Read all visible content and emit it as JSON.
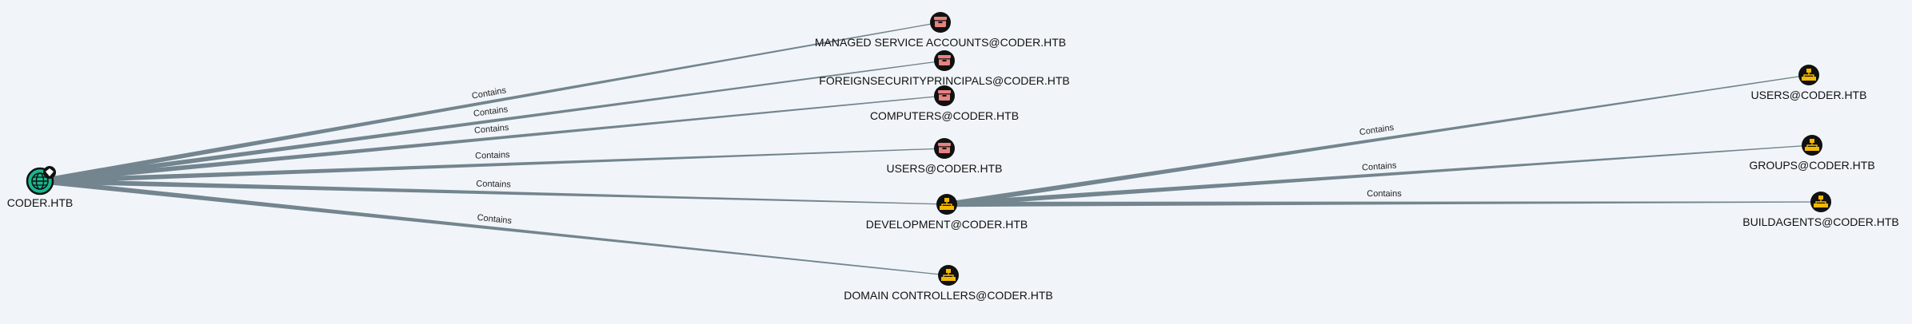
{
  "graph": {
    "nodes": [
      {
        "id": "domain",
        "label": "CODER.HTB",
        "kind": "domain",
        "icon": "globe-icon"
      },
      {
        "id": "msa",
        "label": "MANAGED SERVICE ACCOUNTS@CODER.HTB",
        "kind": "container",
        "icon": "container-box-icon"
      },
      {
        "id": "fsp",
        "label": "FOREIGNSECURITYPRINCIPALS@CODER.HTB",
        "kind": "container",
        "icon": "container-box-icon"
      },
      {
        "id": "computers",
        "label": "COMPUTERS@CODER.HTB",
        "kind": "container",
        "icon": "container-box-icon"
      },
      {
        "id": "users1",
        "label": "USERS@CODER.HTB",
        "kind": "container",
        "icon": "container-box-icon"
      },
      {
        "id": "dev",
        "label": "DEVELOPMENT@CODER.HTB",
        "kind": "ou",
        "icon": "org-unit-icon"
      },
      {
        "id": "dc",
        "label": "DOMAIN CONTROLLERS@CODER.HTB",
        "kind": "ou",
        "icon": "org-unit-icon"
      },
      {
        "id": "users2",
        "label": "USERS@CODER.HTB",
        "kind": "ou",
        "icon": "org-unit-icon"
      },
      {
        "id": "groups",
        "label": "GROUPS@CODER.HTB",
        "kind": "ou",
        "icon": "org-unit-icon"
      },
      {
        "id": "buildagents",
        "label": "BUILDAGENTS@CODER.HTB",
        "kind": "ou",
        "icon": "org-unit-icon"
      }
    ],
    "edges": [
      {
        "from": "domain",
        "to": "msa",
        "label": "Contains"
      },
      {
        "from": "domain",
        "to": "fsp",
        "label": "Contains"
      },
      {
        "from": "domain",
        "to": "computers",
        "label": "Contains"
      },
      {
        "from": "domain",
        "to": "users1",
        "label": "Contains"
      },
      {
        "from": "domain",
        "to": "dev",
        "label": "Contains"
      },
      {
        "from": "domain",
        "to": "dc",
        "label": "Contains"
      },
      {
        "from": "dev",
        "to": "users2",
        "label": "Contains"
      },
      {
        "from": "dev",
        "to": "groups",
        "label": "Contains"
      },
      {
        "from": "dev",
        "to": "buildagents",
        "label": "Contains"
      }
    ]
  },
  "colors": {
    "background": "#f1f5f9",
    "edge": "#73858f",
    "node_circle": "#111111",
    "container_icon": "#e7827f",
    "ou_icon": "#f5b800",
    "domain_circle": "#17b890"
  }
}
